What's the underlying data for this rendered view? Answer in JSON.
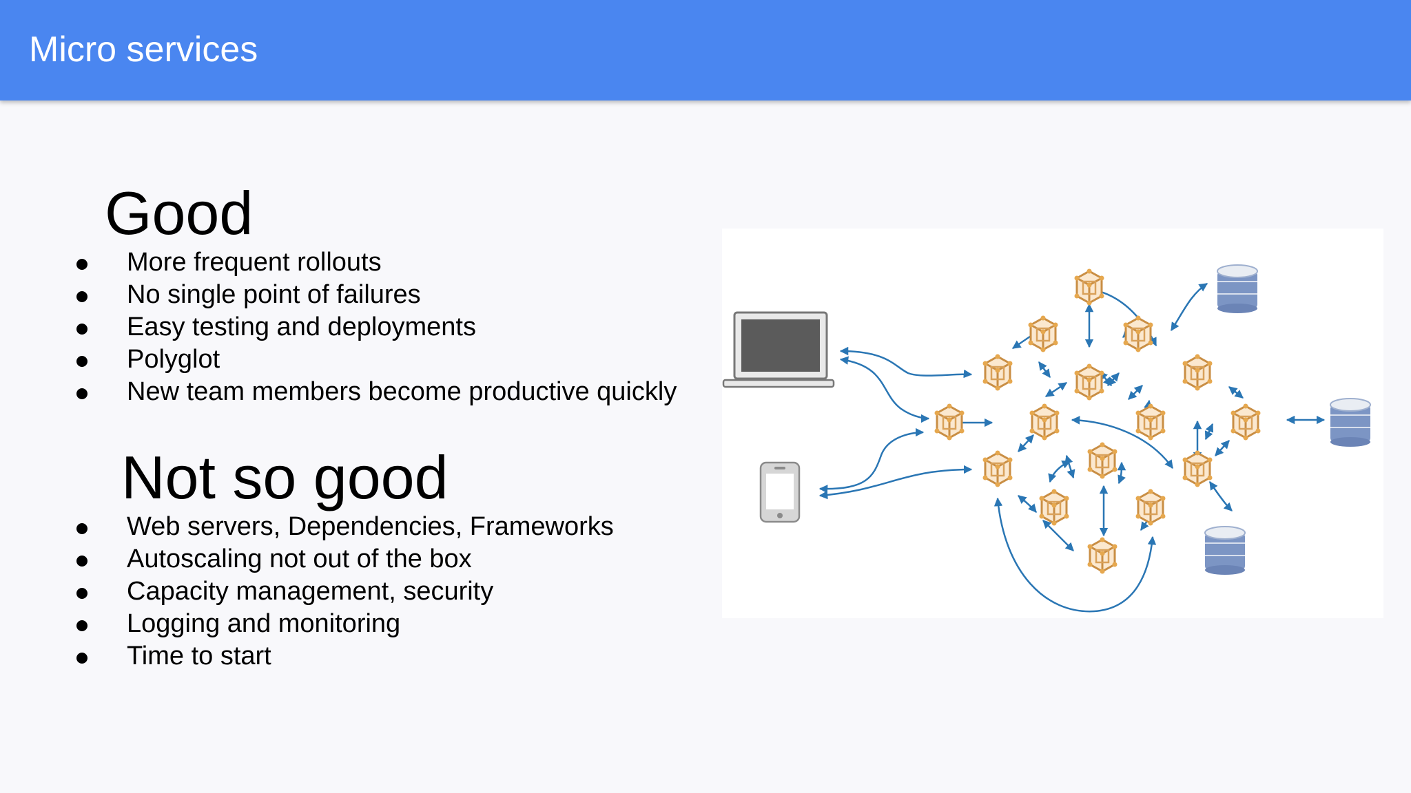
{
  "slide": {
    "title": "Micro services"
  },
  "good": {
    "heading": "Good",
    "items": [
      "More frequent rollouts",
      "No single point of failures",
      "Easy testing and deployments",
      "Polyglot",
      "New team members become productive quickly"
    ]
  },
  "not_so_good": {
    "heading": "Not so good",
    "items": [
      "Web servers, Dependencies, Frameworks",
      "Autoscaling not out of the box",
      "Capacity management, security",
      "Logging and monitoring",
      "Time to start"
    ]
  },
  "diagram": {
    "clients": [
      "laptop-icon",
      "phone-icon"
    ],
    "service_icon": "service-cube-icon",
    "database_icon": "database-icon",
    "colors": {
      "header": "#4a86f0",
      "arrow": "#2a76b4",
      "cube": "#d9a15a",
      "database": "#7c95c4"
    }
  }
}
